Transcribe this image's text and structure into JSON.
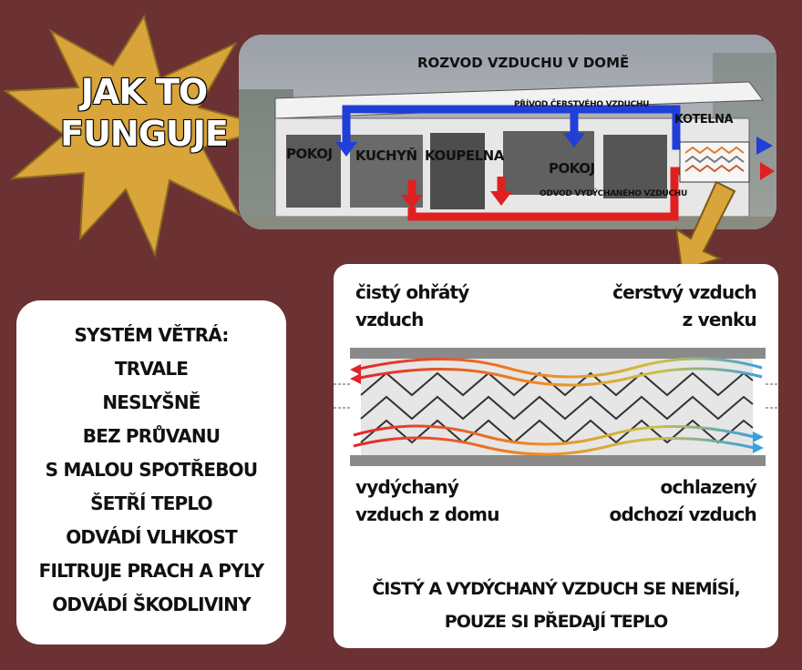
{
  "badge": {
    "line1": "JAK TO",
    "line2": "FUNGUJE",
    "color": "#d9a53a"
  },
  "house": {
    "title": "ROZVOD VZDUCHU V DOMĚ",
    "supply_label": "PŘÍVOD ČERSTVÉHO VZDUCHU",
    "exhaust_label": "ODVOD VYDÝCHANÉHO VZDUCHU",
    "boiler_room": "KOTELNA",
    "rooms": [
      "POKOJ",
      "KUCHYŇ",
      "KOUPELNA",
      "POKOJ"
    ]
  },
  "benefits": {
    "heading": "SYSTÉM VĚTRÁ:",
    "items": [
      "TRVALE",
      "NESLYŠNĚ",
      "BEZ PRŮVANU",
      "S MALOU SPOTŘEBOU",
      "ŠETŘÍ TEPLO",
      "ODVÁDÍ VLHKOST",
      "FILTRUJE PRACH A PYLY",
      "ODVÁDÍ ŠKODLIVINY"
    ]
  },
  "exchanger": {
    "top_left": [
      "čistý ohřátý",
      "vzduch"
    ],
    "top_right": [
      "čerstvý vzduch",
      "z venku"
    ],
    "bottom_left": [
      "vydýchaný",
      "vzduch z domu"
    ],
    "bottom_right": [
      "ochlazený",
      "odchozí vzduch"
    ],
    "footer": [
      "ČISTÝ A VYDÝCHANÝ VZDUCH SE NEMÍSÍ,",
      "POUZE SI PŘEDAJÍ TEPLO"
    ]
  },
  "colors": {
    "background": "#6b3133",
    "supply": "#1f3fd8",
    "exhaust": "#e02020"
  }
}
